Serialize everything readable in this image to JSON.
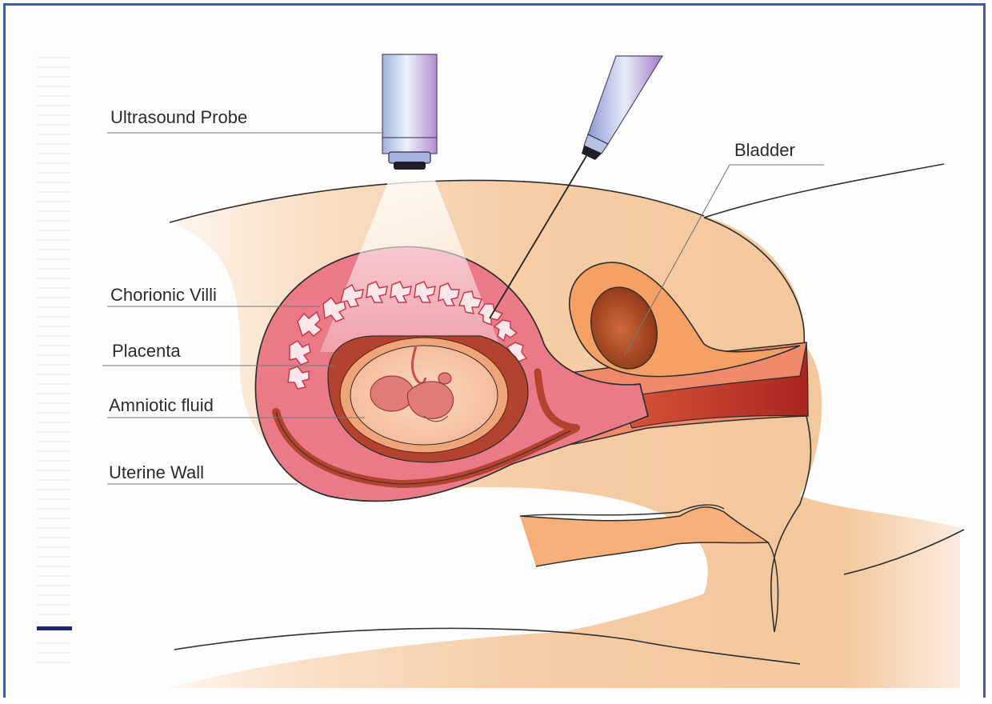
{
  "labels": {
    "ultrasound_probe": "Ultrasound Probe",
    "bladder": "Bladder",
    "chorionic_villi": "Chorionic Villi",
    "placenta": "Placenta",
    "amniotic_fluid": "Amniotic fluid",
    "uterine_wall": "Uterine Wall"
  },
  "colors": {
    "frame": "#3f5e9e",
    "skin": "#f6cfa8",
    "uterus": "#ea7a88",
    "placenta": "#b3432f",
    "amnion": "#f7c9a7",
    "fetus": "#e07c78",
    "bladder": "#a4441e",
    "accent_bar": "#1e237a"
  }
}
